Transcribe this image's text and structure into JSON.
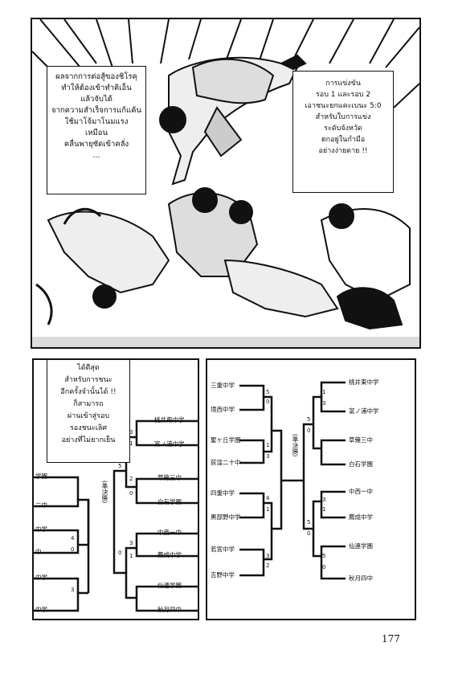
{
  "top_panel": {
    "caption_left": [
      "ผลจากการต่อสู้ของชิโรคุ",
      "ทำให้ต้องเข้าทำคิเอ็น",
      "แล้วจับได้",
      "จากความสำเร็จการแก้แค้น",
      "ใช้มาโจ้มาโนมแรง",
      "เหมือน",
      "คลื่นพายุซัดเข้าคลั่ง",
      "..."
    ],
    "caption_right": [
      "การแข่งขัน",
      "รอบ 1 และรอบ 2",
      "เอาชนะยกแคะเบนะ 5:0",
      "สำหรับใบการแข่ง",
      "ระดับจังหวัด",
      "ตกอยู่ในกำมือ",
      "อย่างง่ายดาย !!"
    ]
  },
  "left_panel": {
    "caption": [
      "ได้ดีสุด",
      "สำหรับการชนะ",
      "อีกครั้งจำนั้นได้ !!",
      "ก็สามารถ",
      "ผ่านเข้าสู่รอบ",
      "รองชนะเลิศ",
      "อย่างที่ไม่ยากเย็น"
    ],
    "bracket_label": "(準決勝)",
    "left_teams": [
      "学園",
      "二中",
      "中学",
      "中",
      "中学",
      "中学"
    ],
    "right_teams": [
      "桃井東中学",
      "富ノ浦中学",
      "草薙三中",
      "白石学園",
      "中西一中",
      "薦成中学",
      "仙連学園",
      "秋月四中"
    ],
    "scores": [
      "3",
      "1",
      "2",
      "0",
      "5",
      "3",
      "0",
      "1",
      "4",
      "0",
      "3"
    ]
  },
  "right_panel": {
    "bracket_label": "(準決勝)",
    "left_teams": [
      "三重中学",
      "境西中学",
      "聖ヶ丘学園",
      "荻窪二十中",
      "四重中学",
      "黒部野中学",
      "若宮中学",
      "吉野中学"
    ],
    "right_teams": [
      "桃井東中学",
      "富ノ浦中学",
      "草薙三中",
      "白石学園",
      "中西一中",
      "薦成中学",
      "仙連学園",
      "秋月四中"
    ],
    "scores": [
      "5",
      "0",
      "1",
      "3",
      "4",
      "1",
      "3",
      "2",
      "5",
      "0",
      "1",
      "3",
      "5",
      "0",
      "3",
      "1",
      "5",
      "0"
    ]
  },
  "page_number": "177"
}
